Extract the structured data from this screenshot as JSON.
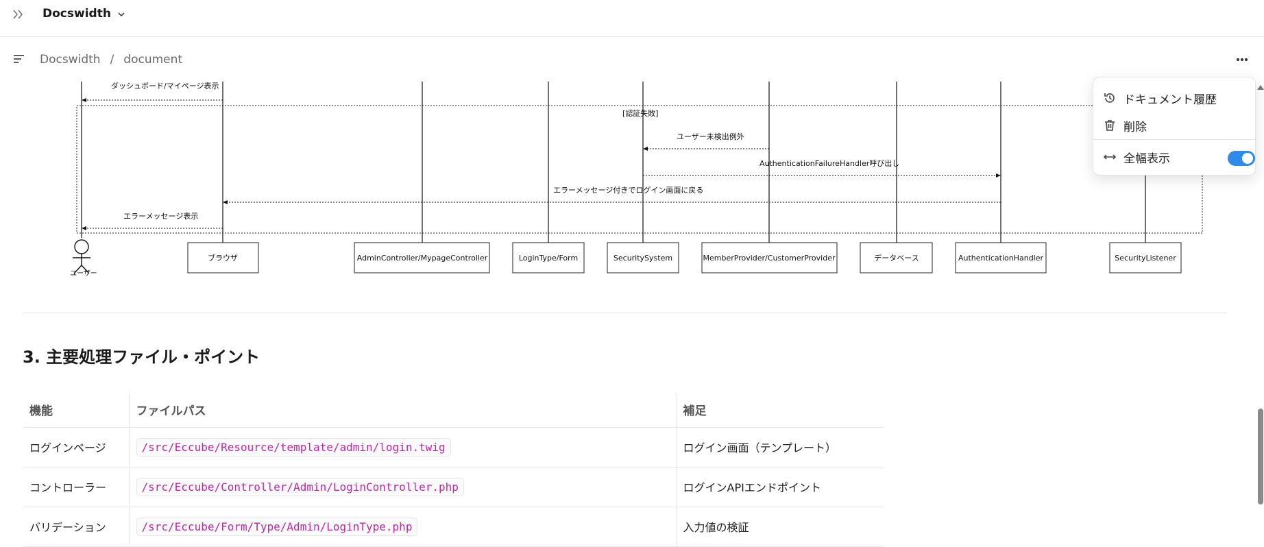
{
  "topbar": {
    "workspace_name": "Docswidth"
  },
  "breadcrumb": {
    "root": "Docswidth",
    "separator": "/",
    "current": "document"
  },
  "diagram": {
    "participants": [
      "ユーザー",
      "ブラウザ",
      "AdminController/MypageController",
      "LoginType/Form",
      "SecuritySystem",
      "MemberProvider/CustomerProvider",
      "データベース",
      "AuthenticationHandler",
      "SecurityListener"
    ],
    "messages": [
      "ダッシュボード/マイページ表示",
      "[認証失敗]",
      "ユーザー未検出例外",
      "AuthenticationFailureHandler呼び出し",
      "エラーメッセージ付きでログイン画面に戻る",
      "エラーメッセージ表示"
    ]
  },
  "section": {
    "title": "3. 主要処理ファイル・ポイント"
  },
  "table": {
    "headers": [
      "機能",
      "ファイルパス",
      "補足"
    ],
    "rows": [
      {
        "feature": "ログインページ",
        "path": "/src/Eccube/Resource/template/admin/login.twig",
        "note": "ログイン画面（テンプレート）"
      },
      {
        "feature": "コントローラー",
        "path": "/src/Eccube/Controller/Admin/LoginController.php",
        "note": "ログインAPIエンドポイント"
      },
      {
        "feature": "バリデーション",
        "path": "/src/Eccube/Form/Type/Admin/LoginType.php",
        "note": "入力値の検証"
      }
    ]
  },
  "menu": {
    "history": "ドキュメント履歴",
    "delete": "削除",
    "full_width": "全幅表示",
    "full_width_enabled": true
  },
  "colors": {
    "accent": "#2f8ae8",
    "code": "#c026a8"
  }
}
